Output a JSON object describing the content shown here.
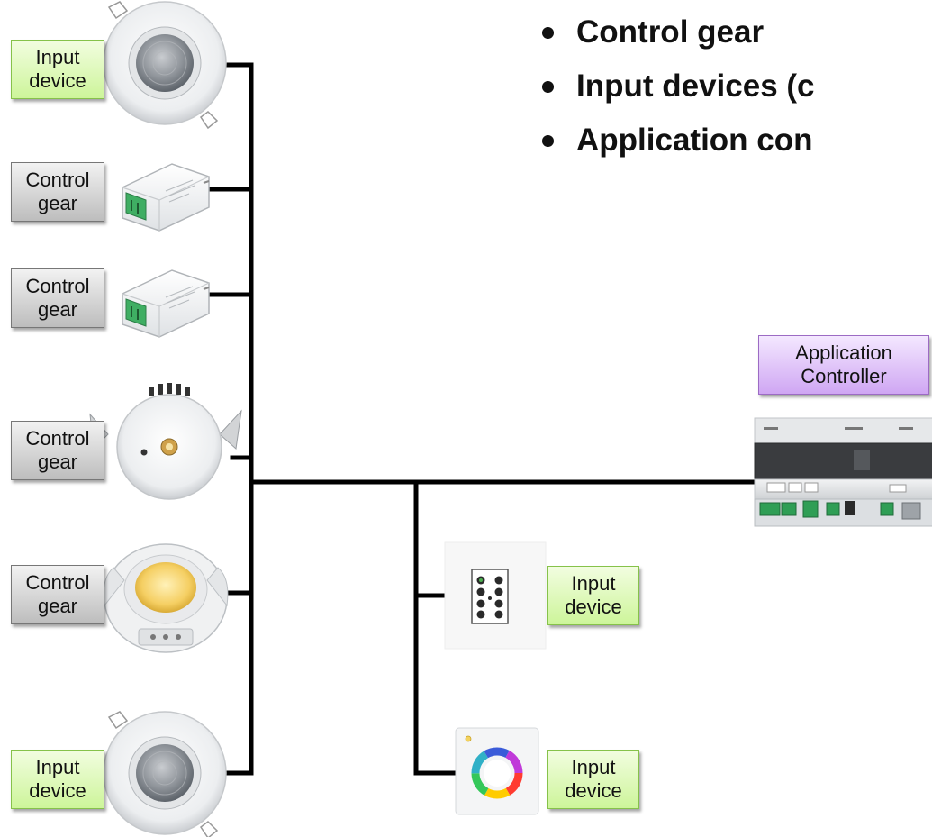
{
  "bullets": [
    "Control gear",
    "Input devices (c",
    "Application con"
  ],
  "labels": {
    "input_device_1": "Input\ndevice",
    "control_gear_1": "Control\ngear",
    "control_gear_2": "Control\ngear",
    "control_gear_3": "Control\ngear",
    "control_gear_4": "Control\ngear",
    "input_device_2": "Input\ndevice",
    "input_device_3": "Input\ndevice",
    "input_device_4": "Input\ndevice",
    "application_controller": "Application\nController"
  },
  "colors": {
    "input_label_fill": "#d8f7b0",
    "control_gear_label_fill": "#d6d6d6",
    "application_label_fill": "#dcc0f7",
    "bus_line": "#000000"
  },
  "icons": {
    "ceiling_sensor": "motion-sensor-icon",
    "driver": "led-driver-icon",
    "downlight": "downlight-icon",
    "led_module": "led-module-icon",
    "keypad": "push-button-panel-icon",
    "colour_wheel": "color-wheel-panel-icon",
    "controller": "application-controller-icon"
  }
}
